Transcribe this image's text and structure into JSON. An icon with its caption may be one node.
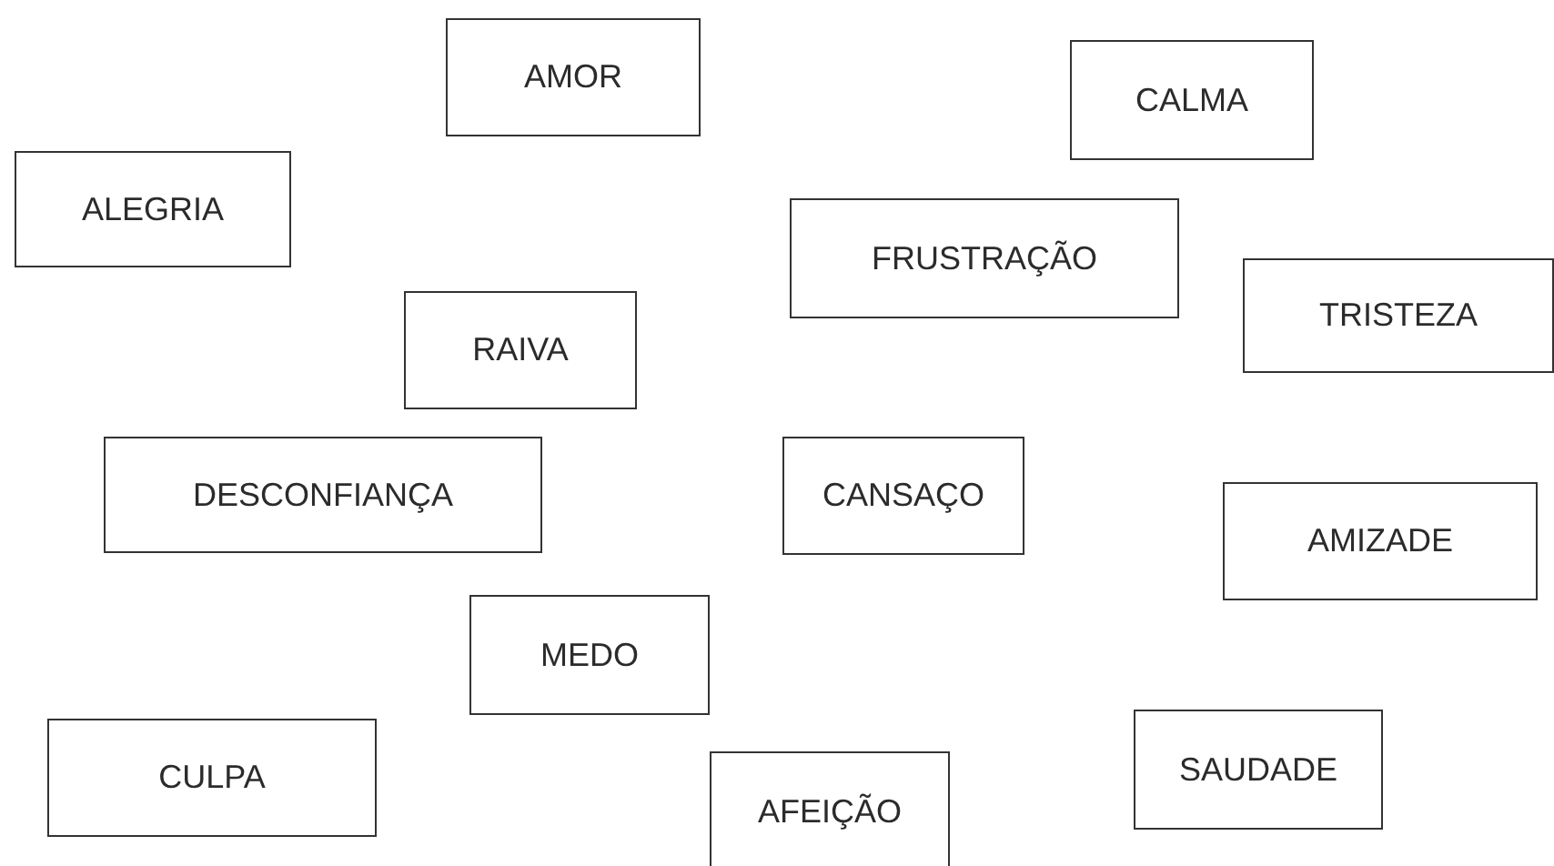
{
  "diagram": {
    "nodes": [
      {
        "text": [
          "AMOR"
        ]
      },
      {
        "text": [
          "CALMA"
        ]
      },
      {
        "text": [
          "ALEGRIA"
        ]
      },
      {
        "text": [
          "FRUSTRAÇÃO"
        ]
      },
      {
        "text": [
          "TRISTEZA"
        ]
      },
      {
        "text": [
          "RAIVA"
        ]
      },
      {
        "text": [
          "DESCONFIANÇA"
        ]
      },
      {
        "text": [
          "CANSAÇO"
        ]
      },
      {
        "text": [
          "AMIZADE"
        ]
      },
      {
        "text": [
          "MEDO"
        ]
      },
      {
        "text": [
          "CULPA"
        ]
      },
      {
        "text": [
          "SAUDADE"
        ]
      },
      {
        "text": [
          "AFEIÇÃO"
        ]
      }
    ]
  }
}
